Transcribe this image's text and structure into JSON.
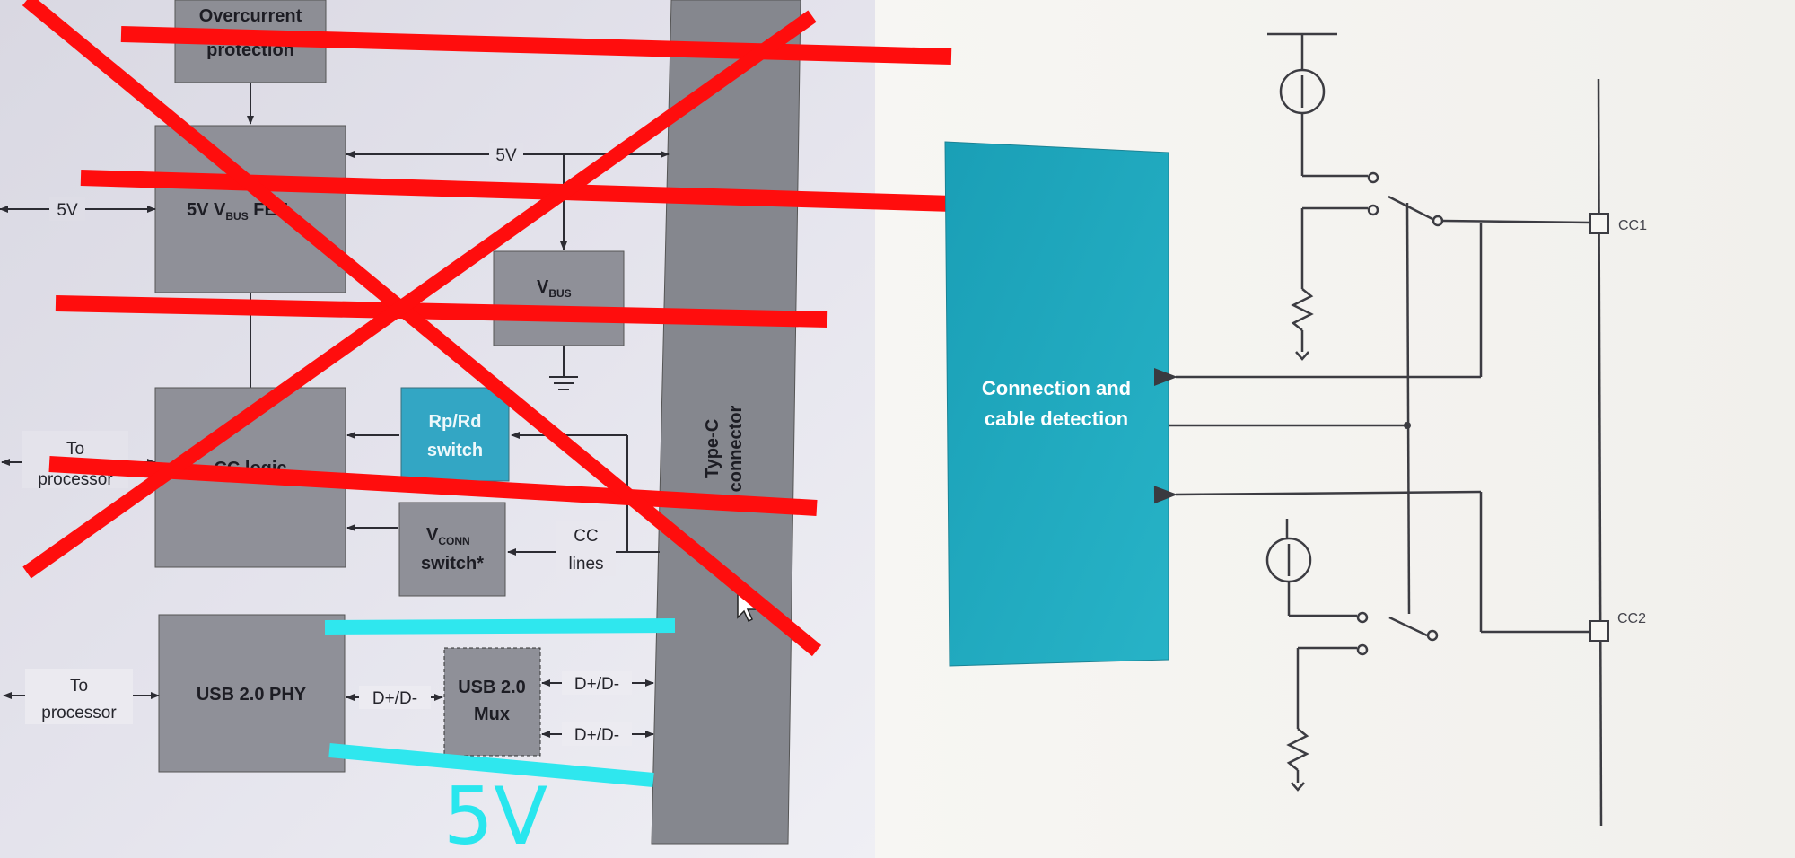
{
  "left_diagram": {
    "blocks": {
      "overcurrent": [
        "Overcurrent",
        "protection"
      ],
      "vbus_fet": "5V V",
      "vbus_fet_sub": "BUS",
      "vbus_fet_tail": " FET",
      "vbus_discharge_main": "V",
      "vbus_discharge_sub": "BUS",
      "cc_logic": "CC logic",
      "rp_rd_switch": [
        "Rp/Rd",
        "switch"
      ],
      "vconn_main": "V",
      "vconn_sub": "CONN",
      "vconn_tail": "switch*",
      "usb_phy": "USB 2.0 PHY",
      "usb_mux": [
        "USB 2.0",
        "Mux"
      ],
      "typec_connector": [
        "Type-C",
        "connector"
      ]
    },
    "wire_labels": {
      "five_v_top": "5V",
      "five_v_left": "5V",
      "to_processor_cc": [
        "To",
        "processor"
      ],
      "to_processor_usb": [
        "To",
        "processor"
      ],
      "cc_lines": [
        "CC",
        "lines"
      ],
      "dpdm_phy_mux": "D+/D-",
      "dpdm_mux_out_1": "D+/D-",
      "dpdm_mux_out_2": "D+/D-"
    },
    "handwritten_label": "5V"
  },
  "right_diagram": {
    "detection_block": [
      "Connection and",
      "cable detection"
    ],
    "pin_labels": [
      "CC1",
      "CC2"
    ]
  },
  "colors": {
    "strike_red": "#ff0d0d",
    "highlight_cyan": "#2fe7ee",
    "detection_teal": "#1fa9bd",
    "block_gray": "#8f9098",
    "rp_rd_blue": "#33a6c4",
    "connector_gray": "#85878e"
  }
}
